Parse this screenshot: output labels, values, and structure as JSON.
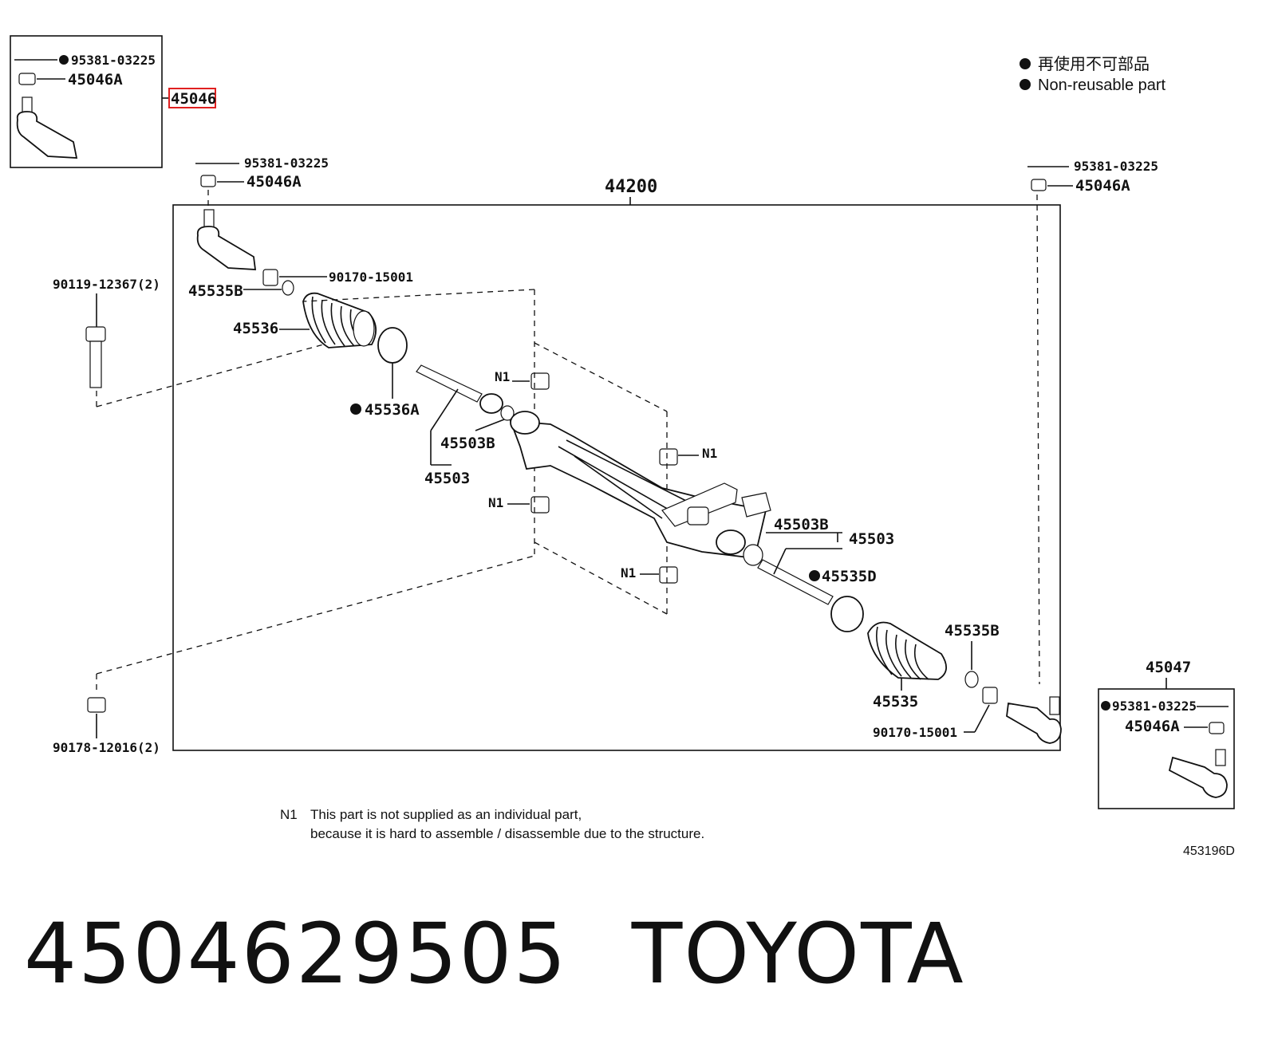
{
  "legend": {
    "jp": "再使用不可部品",
    "en": "Non-reusable part"
  },
  "inset_left": {
    "cotter_pin": "95381-03225",
    "nut": "45046A",
    "assembly_highlight": "45046"
  },
  "main": {
    "assembly": "44200",
    "left_cotter_pin": "95381-03225",
    "left_nut": "45046A",
    "right_cotter_pin": "95381-03225",
    "right_nut": "45046A",
    "bolt": "90119-12367(2)",
    "bushing": "90178-12016(2)",
    "lock_nut_top": "90170-15001",
    "clamp_top": "45535B",
    "boot_top": "45536",
    "band_top": "45536A",
    "rack_end_sub_top": "45503B",
    "rack_end_top": "45503",
    "n1_a": "N1",
    "n1_b": "N1",
    "n1_c": "N1",
    "n1_d": "N1",
    "rack_end_sub_bottom": "45503B",
    "rack_end_bottom": "45503",
    "band_bottom": "45535D",
    "clamp_bottom": "45535B",
    "boot_bottom": "45535",
    "lock_nut_bottom": "90170-15001"
  },
  "inset_right": {
    "assembly": "45047",
    "cotter_pin": "95381-03225",
    "nut": "45046A"
  },
  "note": {
    "code": "N1",
    "line1": "This part is not supplied as an individual part,",
    "line2": "because it is hard to assemble / disassemble due to the structure."
  },
  "diagram_ref": "453196D",
  "footer": {
    "part_number": "4504629505",
    "brand": "TOYOTA"
  },
  "colors": {
    "highlight": "#e02020",
    "ink": "#111111"
  }
}
